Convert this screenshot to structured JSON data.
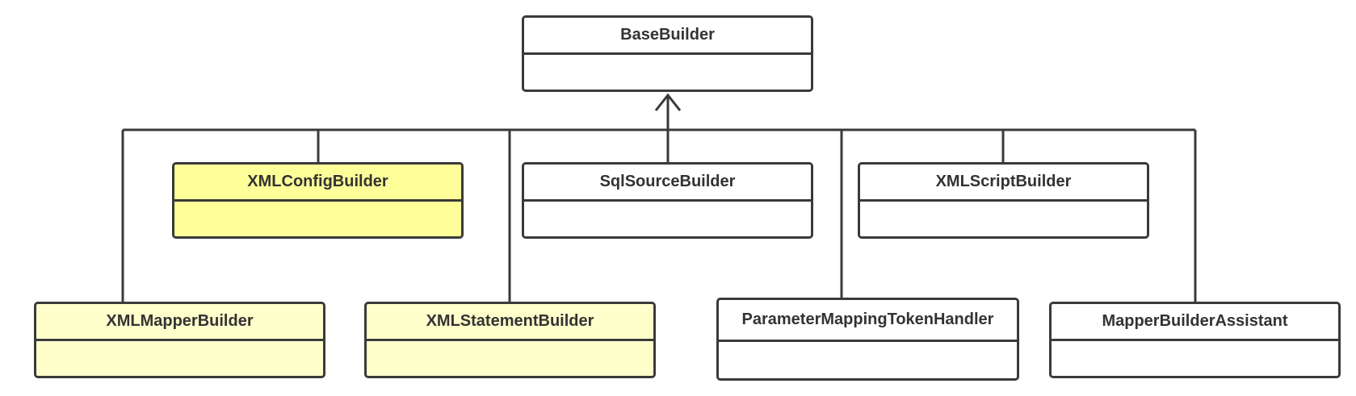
{
  "colors": {
    "line": "#3a3a3a",
    "fill_default": "#ffffff",
    "fill_highlight": "#ffff99",
    "fill_light": "#ffffcc"
  },
  "classes": {
    "base": {
      "name": "BaseBuilder"
    },
    "xml_config": {
      "name": "XMLConfigBuilder"
    },
    "sql_source": {
      "name": "SqlSourceBuilder"
    },
    "xml_script": {
      "name": "XMLScriptBuilder"
    },
    "xml_mapper": {
      "name": "XMLMapperBuilder"
    },
    "xml_statement": {
      "name": "XMLStatementBuilder"
    },
    "param_token": {
      "name": "ParameterMappingTokenHandler"
    },
    "mapper_assistant": {
      "name": "MapperBuilderAssistant"
    }
  }
}
